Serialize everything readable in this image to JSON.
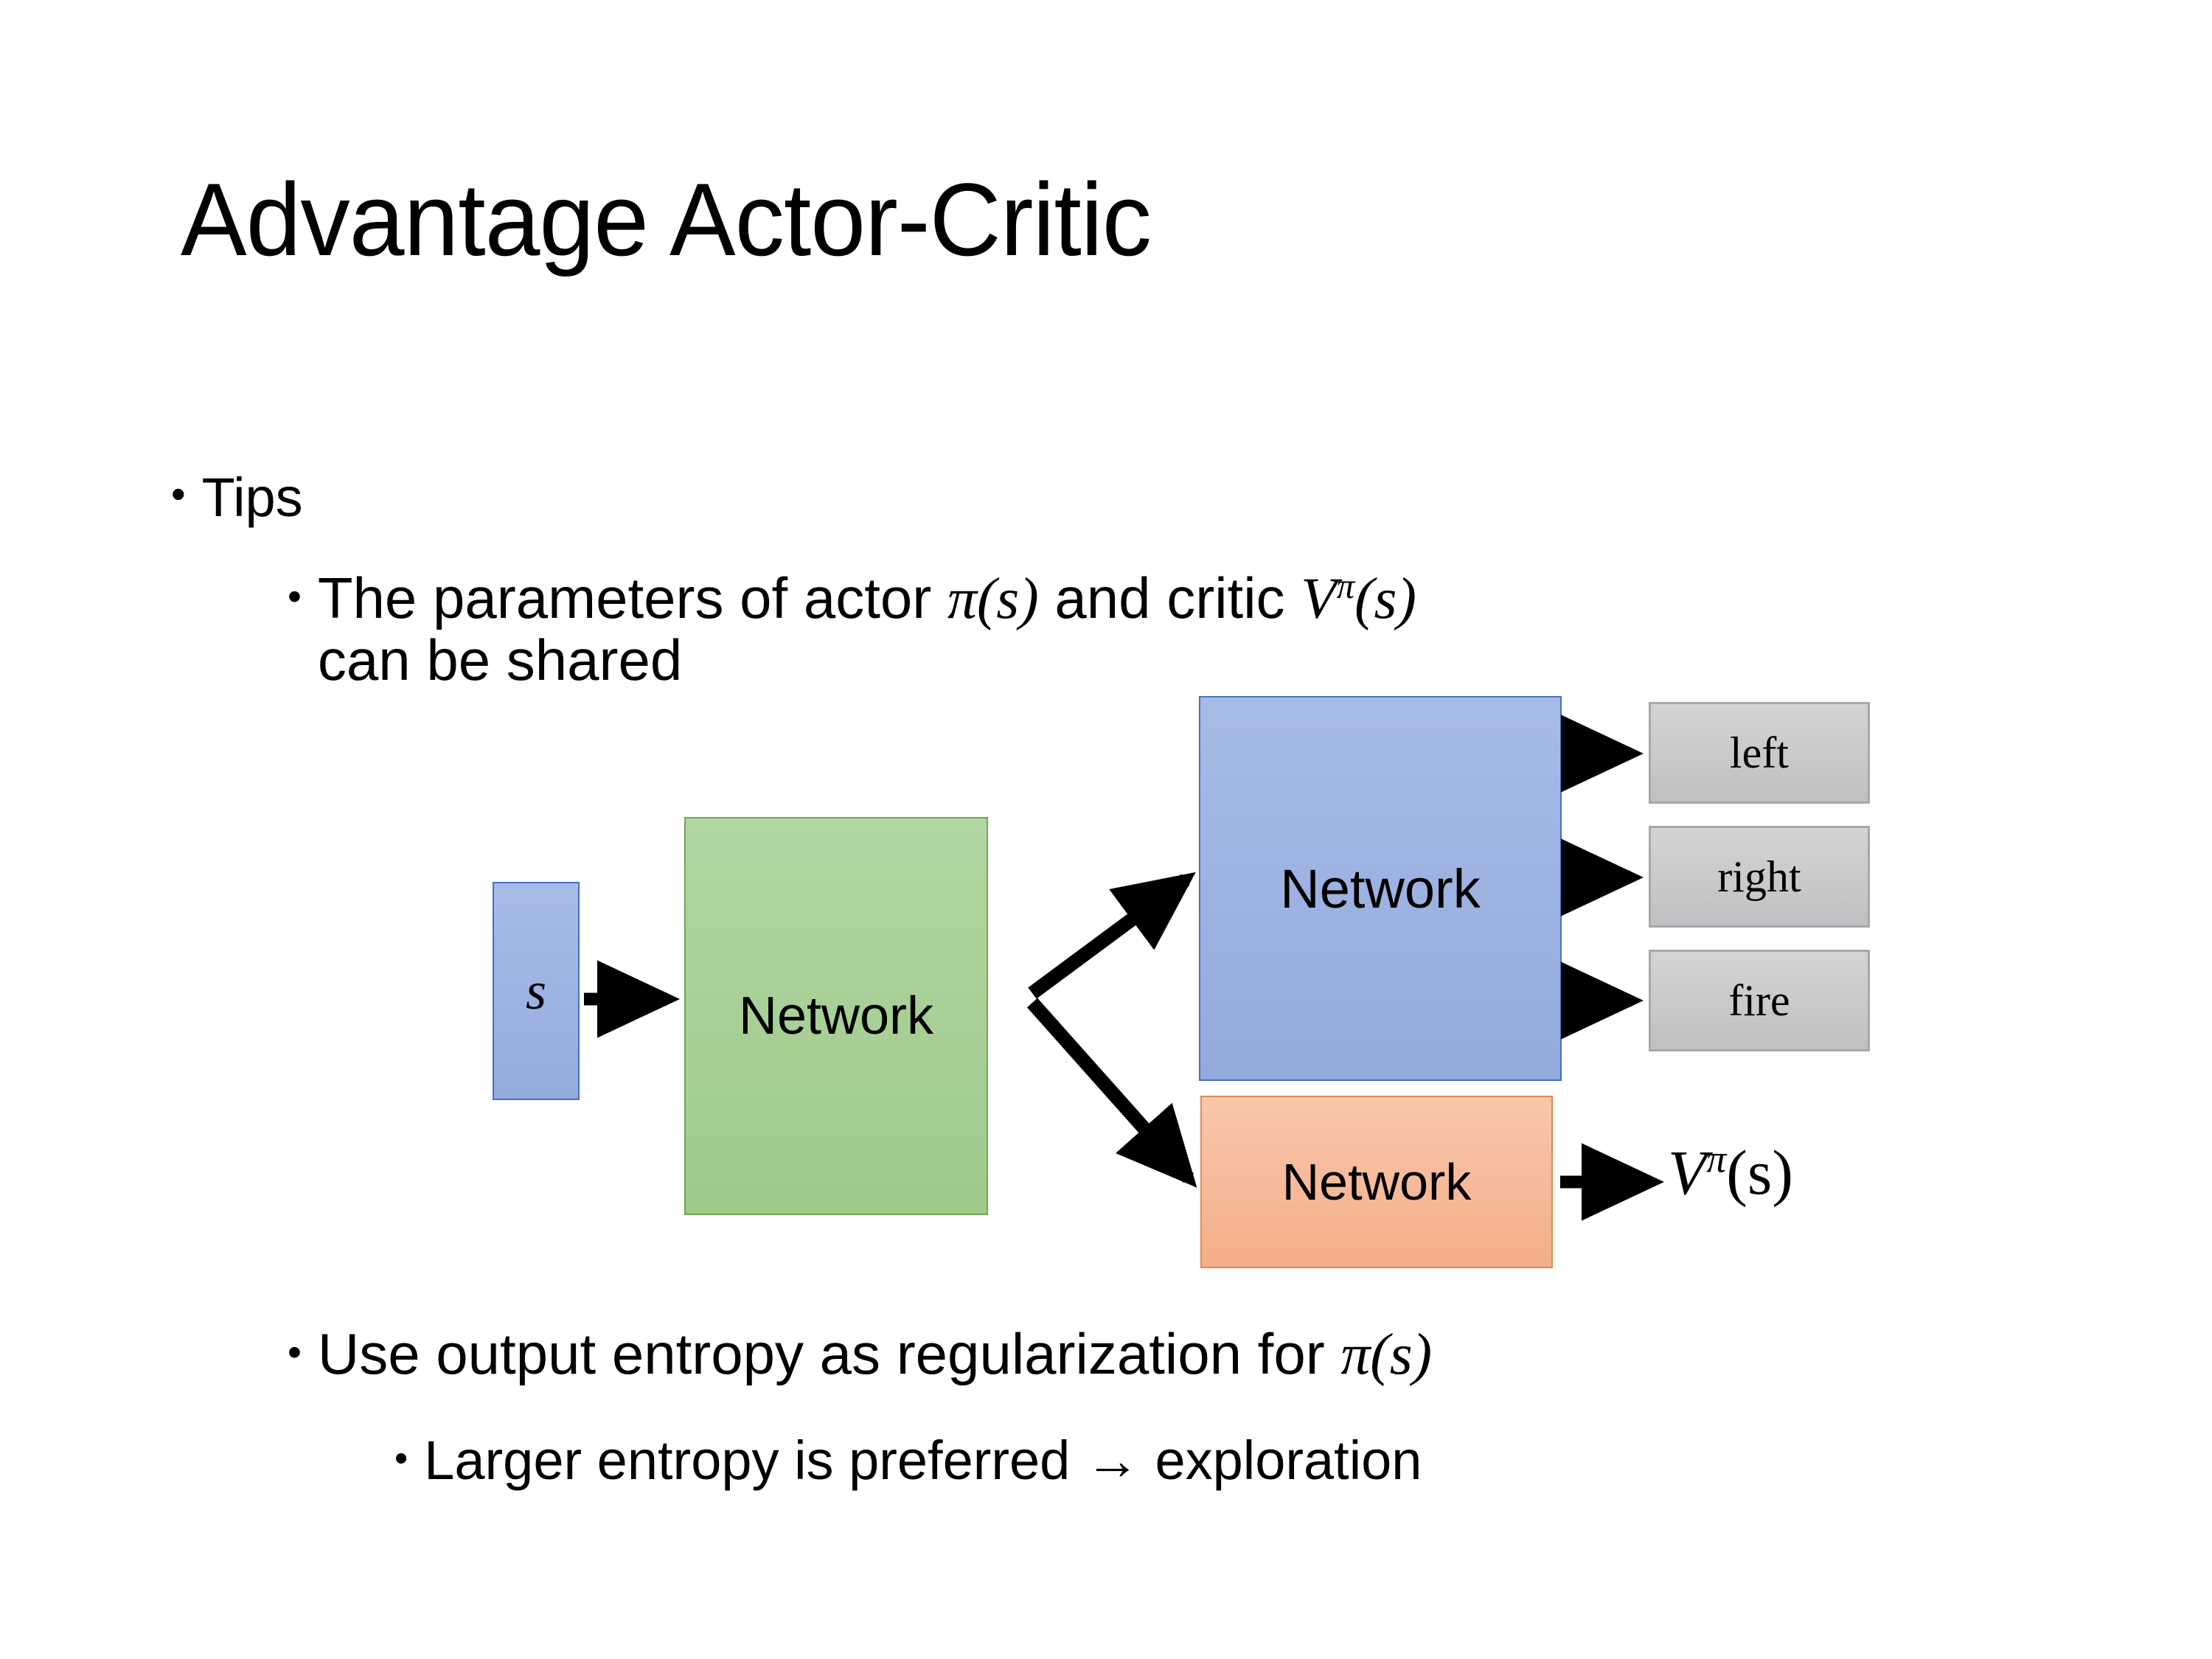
{
  "slide": {
    "title": "Advantage Actor-Critic",
    "bullets": {
      "tips": "Tips",
      "params_pre": "The parameters of actor ",
      "params_pi": "π",
      "params_pi_args": "(s)",
      "params_mid": "  and critic ",
      "params_v": "V",
      "params_v_sup": "π",
      "params_v_args": "(s)",
      "params_line2": "can be shared",
      "entropy_pre": "Use output entropy as regularization for ",
      "entropy_pi": "π",
      "entropy_pi_args": "(s)",
      "larger": "Larger entropy is preferred → exploration"
    }
  },
  "diagram": {
    "input_label": "s",
    "shared_network_label": "Network",
    "actor_network_label": "Network",
    "critic_network_label": "Network",
    "actions": [
      {
        "label": "left"
      },
      {
        "label": "right"
      },
      {
        "label": "fire"
      }
    ],
    "critic_output": {
      "v": "V",
      "sup": "π",
      "args": "(s)"
    },
    "colors": {
      "input_box_fill": "#9DB0DE",
      "input_box_border": "#4571C4",
      "shared_box_fill": "#A9D096",
      "shared_box_border": "#71A556",
      "actor_box_fill": "#9DB0DE",
      "actor_box_border": "#4571C4",
      "critic_box_fill": "#F5B293",
      "critic_box_border": "#E08A4E",
      "action_box_fill": "#C6C8CA",
      "action_box_border": "#A6A8AA",
      "arrow_color": "#000000",
      "text_color": "#000000",
      "background": "#FFFFFF"
    }
  }
}
